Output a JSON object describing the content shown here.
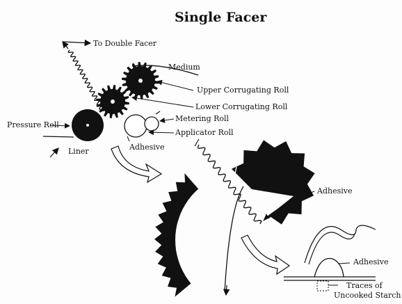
{
  "title": "Single Facer",
  "labels": {
    "to_double_facer": "To Double Facer",
    "medium": "Medium",
    "upper_corrugating_roll": "Upper Corrugating Roll",
    "lower_corrugating_roll": "Lower Corrugating Roll",
    "pressure_roll": "Pressure Roll",
    "metering_roll": "Metering Roll",
    "applicator_roll": "Applicator Roll",
    "adhesive_main": "Adhesive",
    "liner": "Liner",
    "adhesive_detail": "Adhesive",
    "adhesive_inset": "Adhesive",
    "traces_line1": "Traces of",
    "traces_line2": "Uncooked Starch"
  },
  "colors": {
    "ink": "#111111",
    "paper": "#fdfdfd"
  }
}
